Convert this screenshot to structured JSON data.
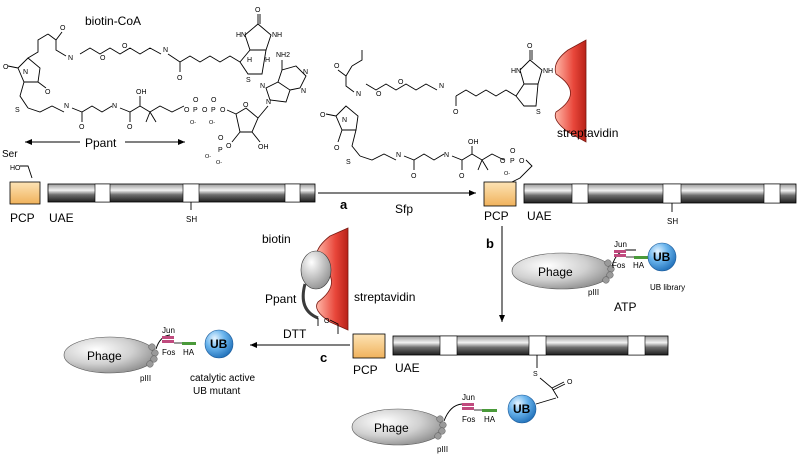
{
  "molecule": {
    "title": "biotin-CoA",
    "ppant_label": "Ppant",
    "ser_label": "Ser",
    "ho_label": "HO",
    "nh2_label": "NH2",
    "atom_O": "O",
    "atom_N": "N",
    "atom_S": "S",
    "atom_H": "H",
    "atom_P": "P",
    "atom_OH": "OH",
    "atom_Ominus": "O-",
    "atom_HN": "HN",
    "atom_NH": "NH"
  },
  "proteins": {
    "pcp": "PCP",
    "uae": "UAE",
    "sh": "SH"
  },
  "reactions": {
    "step_a": "a",
    "step_a_enzyme": "Sfp",
    "step_b": "b",
    "step_c": "c",
    "step_c_reagent": "DTT",
    "atp": "ATP"
  },
  "labels": {
    "streptavidin": "streptavidin",
    "biotin": "biotin",
    "ppant": "Ppant",
    "ub_library": "UB library",
    "catalytic_line1": "catalytic active",
    "catalytic_line2": "UB mutant"
  },
  "phage": {
    "phage": "Phage",
    "ub": "UB",
    "jun": "Jun",
    "fos": "Fos",
    "ha": "HA",
    "piii": "pIII"
  },
  "colors": {
    "pcp_fill": "#f5c27a",
    "streptavidin": "#e8463a",
    "ub_blue": "#3a8fd6",
    "jun_pink": "#c04a7e",
    "ha_green": "#4a9a3a",
    "bar_dark": "#3b3b3b"
  }
}
